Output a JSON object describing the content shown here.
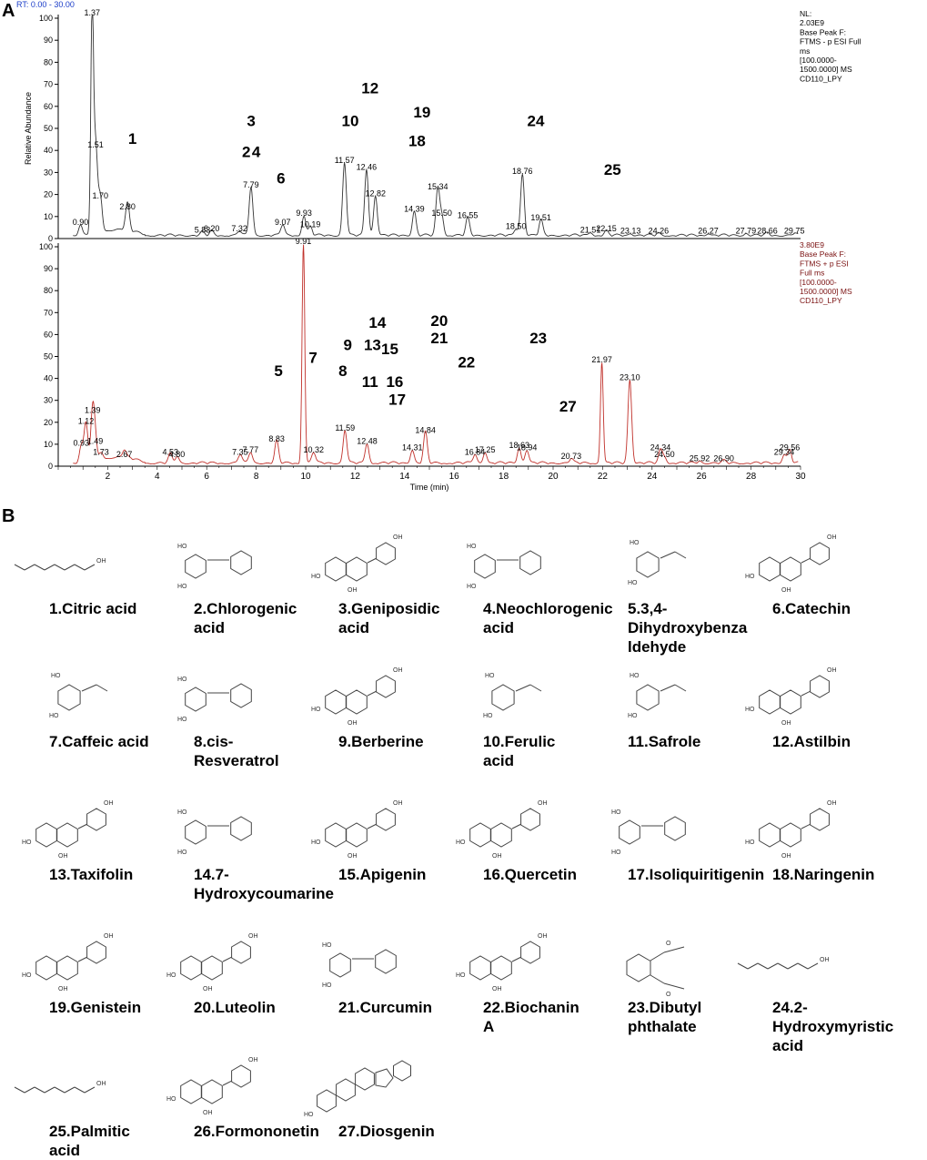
{
  "panels": {
    "a": "A",
    "b": "B"
  },
  "chart_data": [
    {
      "type": "line",
      "rt_range_label": "RT: 0.00 - 30.00",
      "ylabel": "Relative Abundance",
      "xlabel": "",
      "xlim": [
        0,
        30
      ],
      "ylim": [
        0,
        100
      ],
      "xticks": [],
      "yticks": [
        0,
        10,
        20,
        30,
        40,
        50,
        60,
        70,
        80,
        90,
        100
      ],
      "series_color": "#333333",
      "info": [
        "NL:",
        "2.03E9",
        "Base Peak F:",
        "FTMS - p ESI Full",
        "ms",
        "[100.0000-",
        "1500.0000] MS",
        "CD110_LPY"
      ],
      "baseline": 3,
      "peaks": [
        {
          "x": 0.9,
          "y": 5
        },
        {
          "x": 1.37,
          "y": 100
        },
        {
          "x": 1.51,
          "y": 40
        },
        {
          "x": 1.7,
          "y": 17
        },
        {
          "x": 2.8,
          "y": 12
        },
        {
          "x": 5.83,
          "y": 1.5
        },
        {
          "x": 6.2,
          "y": 2
        },
        {
          "x": 7.32,
          "y": 2
        },
        {
          "x": 7.79,
          "y": 22
        },
        {
          "x": 9.07,
          "y": 5
        },
        {
          "x": 9.93,
          "y": 9
        },
        {
          "x": 10.19,
          "y": 4
        },
        {
          "x": 11.57,
          "y": 33
        },
        {
          "x": 12.46,
          "y": 30
        },
        {
          "x": 12.82,
          "y": 18
        },
        {
          "x": 14.39,
          "y": 11
        },
        {
          "x": 15.34,
          "y": 21
        },
        {
          "x": 15.5,
          "y": 9
        },
        {
          "x": 16.55,
          "y": 8
        },
        {
          "x": 18.5,
          "y": 3
        },
        {
          "x": 18.76,
          "y": 28
        },
        {
          "x": 19.51,
          "y": 7
        },
        {
          "x": 21.51,
          "y": 1.5
        },
        {
          "x": 22.15,
          "y": 2
        },
        {
          "x": 23.13,
          "y": 1
        },
        {
          "x": 24.26,
          "y": 1
        },
        {
          "x": 26.27,
          "y": 1
        },
        {
          "x": 27.79,
          "y": 1
        },
        {
          "x": 28.66,
          "y": 1
        },
        {
          "x": 29.75,
          "y": 1
        }
      ],
      "peak_labels": [
        {
          "x": 0.9,
          "y": 5,
          "text": "0.90"
        },
        {
          "x": 1.37,
          "y": 100,
          "text": "1.37"
        },
        {
          "x": 1.51,
          "y": 40,
          "text": "1.51"
        },
        {
          "x": 1.7,
          "y": 17,
          "text": "1.70"
        },
        {
          "x": 2.8,
          "y": 12,
          "text": "2.80"
        },
        {
          "x": 5.83,
          "y": 1.5,
          "text": "5.83"
        },
        {
          "x": 6.2,
          "y": 2,
          "text": "6.20"
        },
        {
          "x": 7.32,
          "y": 2,
          "text": "7.32"
        },
        {
          "x": 7.79,
          "y": 22,
          "text": "7.79"
        },
        {
          "x": 9.07,
          "y": 5,
          "text": "9.07"
        },
        {
          "x": 9.93,
          "y": 9,
          "text": "9.93"
        },
        {
          "x": 10.19,
          "y": 4,
          "text": "10.19"
        },
        {
          "x": 11.57,
          "y": 33,
          "text": "11.57"
        },
        {
          "x": 12.46,
          "y": 30,
          "text": "12.46"
        },
        {
          "x": 12.82,
          "y": 18,
          "text": "12.82"
        },
        {
          "x": 14.39,
          "y": 11,
          "text": "14.39"
        },
        {
          "x": 15.34,
          "y": 21,
          "text": "15.34"
        },
        {
          "x": 15.5,
          "y": 9,
          "text": "15.50"
        },
        {
          "x": 16.55,
          "y": 8,
          "text": "16.55"
        },
        {
          "x": 18.5,
          "y": 3,
          "text": "18.50"
        },
        {
          "x": 18.76,
          "y": 28,
          "text": "18.76"
        },
        {
          "x": 19.51,
          "y": 7,
          "text": "19.51"
        },
        {
          "x": 21.51,
          "y": 1.5,
          "text": "21.51"
        },
        {
          "x": 22.15,
          "y": 2,
          "text": "22.15"
        },
        {
          "x": 23.13,
          "y": 1,
          "text": "23.13"
        },
        {
          "x": 24.26,
          "y": 1,
          "text": "24.26"
        },
        {
          "x": 26.27,
          "y": 1,
          "text": "26.27"
        },
        {
          "x": 27.79,
          "y": 1,
          "text": "27.79"
        },
        {
          "x": 28.66,
          "y": 1,
          "text": "28.66"
        },
        {
          "x": 29.75,
          "y": 1,
          "text": "29.75"
        }
      ],
      "annotations": [
        {
          "x": 3.0,
          "y": 43,
          "text": "1"
        },
        {
          "x": 7.6,
          "y": 37,
          "text": "2"
        },
        {
          "x": 8.0,
          "y": 37,
          "text": "4"
        },
        {
          "x": 7.8,
          "y": 51,
          "text": "3"
        },
        {
          "x": 9.0,
          "y": 25,
          "text": "6"
        },
        {
          "x": 11.8,
          "y": 51,
          "text": "10"
        },
        {
          "x": 12.6,
          "y": 66,
          "text": "12"
        },
        {
          "x": 14.7,
          "y": 55,
          "text": "19"
        },
        {
          "x": 14.5,
          "y": 42,
          "text": "18"
        },
        {
          "x": 19.3,
          "y": 51,
          "text": "24"
        },
        {
          "x": 22.4,
          "y": 29,
          "text": "25"
        }
      ]
    },
    {
      "type": "line",
      "ylabel": "",
      "xlabel": "Time (min)",
      "xlim": [
        0,
        30
      ],
      "ylim": [
        0,
        100
      ],
      "xticks": [
        2,
        4,
        6,
        8,
        10,
        12,
        14,
        16,
        18,
        20,
        22,
        24,
        26,
        28,
        30
      ],
      "yticks": [
        0,
        10,
        20,
        30,
        40,
        50,
        60,
        70,
        80,
        90,
        100
      ],
      "series_color": "#c0302a",
      "info": [
        "3.80E9",
        "Base Peak F:",
        "FTMS + p ESI",
        "Full ms",
        "[100.0000-",
        "1500.0000] MS",
        "CD110_LPY"
      ],
      "baseline": 3,
      "peaks": [
        {
          "x": 0.93,
          "y": 8
        },
        {
          "x": 1.12,
          "y": 18
        },
        {
          "x": 1.39,
          "y": 23
        },
        {
          "x": 1.49,
          "y": 9
        },
        {
          "x": 1.73,
          "y": 4
        },
        {
          "x": 2.67,
          "y": 3
        },
        {
          "x": 4.53,
          "y": 4
        },
        {
          "x": 4.8,
          "y": 3
        },
        {
          "x": 7.35,
          "y": 4
        },
        {
          "x": 7.77,
          "y": 5
        },
        {
          "x": 8.83,
          "y": 10
        },
        {
          "x": 9.91,
          "y": 100
        },
        {
          "x": 10.32,
          "y": 5
        },
        {
          "x": 11.59,
          "y": 15
        },
        {
          "x": 12.48,
          "y": 9
        },
        {
          "x": 14.31,
          "y": 6
        },
        {
          "x": 14.84,
          "y": 14
        },
        {
          "x": 16.84,
          "y": 4
        },
        {
          "x": 17.25,
          "y": 5
        },
        {
          "x": 18.63,
          "y": 7
        },
        {
          "x": 18.94,
          "y": 6
        },
        {
          "x": 20.73,
          "y": 2
        },
        {
          "x": 21.97,
          "y": 46
        },
        {
          "x": 23.1,
          "y": 38
        },
        {
          "x": 24.34,
          "y": 6
        },
        {
          "x": 24.5,
          "y": 3
        },
        {
          "x": 25.92,
          "y": 1
        },
        {
          "x": 26.9,
          "y": 1
        },
        {
          "x": 29.34,
          "y": 4
        },
        {
          "x": 29.56,
          "y": 6
        }
      ],
      "peak_labels": [
        {
          "x": 0.93,
          "y": 8,
          "text": "0.93"
        },
        {
          "x": 1.12,
          "y": 18,
          "text": "1.12"
        },
        {
          "x": 1.39,
          "y": 23,
          "text": "1.39"
        },
        {
          "x": 1.49,
          "y": 9,
          "text": "1.49"
        },
        {
          "x": 1.73,
          "y": 4,
          "text": "1.73"
        },
        {
          "x": 2.67,
          "y": 3,
          "text": "2.67"
        },
        {
          "x": 4.53,
          "y": 4,
          "text": "4.53"
        },
        {
          "x": 4.8,
          "y": 3,
          "text": "4.80"
        },
        {
          "x": 7.35,
          "y": 4,
          "text": "7.35"
        },
        {
          "x": 7.77,
          "y": 5,
          "text": "7.77"
        },
        {
          "x": 8.83,
          "y": 10,
          "text": "8.83"
        },
        {
          "x": 9.91,
          "y": 100,
          "text": "9.91"
        },
        {
          "x": 10.32,
          "y": 5,
          "text": "10.32"
        },
        {
          "x": 11.59,
          "y": 15,
          "text": "11.59"
        },
        {
          "x": 12.48,
          "y": 9,
          "text": "12.48"
        },
        {
          "x": 14.31,
          "y": 6,
          "text": "14.31"
        },
        {
          "x": 14.84,
          "y": 14,
          "text": "14.84"
        },
        {
          "x": 16.84,
          "y": 4,
          "text": "16.84"
        },
        {
          "x": 17.25,
          "y": 5,
          "text": "17.25"
        },
        {
          "x": 18.63,
          "y": 7,
          "text": "18.63"
        },
        {
          "x": 18.94,
          "y": 6,
          "text": "18.94"
        },
        {
          "x": 20.73,
          "y": 2,
          "text": "20.73"
        },
        {
          "x": 21.97,
          "y": 46,
          "text": "21.97"
        },
        {
          "x": 23.1,
          "y": 38,
          "text": "23.10"
        },
        {
          "x": 24.34,
          "y": 6,
          "text": "24.34"
        },
        {
          "x": 24.5,
          "y": 3,
          "text": "24.50"
        },
        {
          "x": 25.92,
          "y": 1,
          "text": "25.92"
        },
        {
          "x": 26.9,
          "y": 1,
          "text": "26.90"
        },
        {
          "x": 29.34,
          "y": 4,
          "text": "29.34"
        },
        {
          "x": 29.56,
          "y": 6,
          "text": "29.56"
        }
      ],
      "annotations": [
        {
          "x": 8.9,
          "y": 41,
          "text": "5"
        },
        {
          "x": 10.3,
          "y": 47,
          "text": "7"
        },
        {
          "x": 11.5,
          "y": 41,
          "text": "8"
        },
        {
          "x": 11.7,
          "y": 53,
          "text": "9"
        },
        {
          "x": 12.6,
          "y": 36,
          "text": "11"
        },
        {
          "x": 12.7,
          "y": 53,
          "text": "13"
        },
        {
          "x": 13.4,
          "y": 51,
          "text": "15"
        },
        {
          "x": 12.9,
          "y": 63,
          "text": "14"
        },
        {
          "x": 13.6,
          "y": 36,
          "text": "16"
        },
        {
          "x": 13.7,
          "y": 28,
          "text": "17"
        },
        {
          "x": 15.4,
          "y": 64,
          "text": "20"
        },
        {
          "x": 15.4,
          "y": 56,
          "text": "21"
        },
        {
          "x": 16.5,
          "y": 45,
          "text": "22"
        },
        {
          "x": 19.4,
          "y": 56,
          "text": "23"
        },
        {
          "x": 20.6,
          "y": 25,
          "text": "27"
        }
      ]
    }
  ],
  "compounds": [
    {
      "lines": [
        "1.Citric acid"
      ],
      "icon": "citric-acid-structure"
    },
    {
      "lines": [
        "2.Chlorogenic",
        "acid"
      ],
      "icon": "chlorogenic-acid-structure"
    },
    {
      "lines": [
        "3.Geniposidic",
        "acid"
      ],
      "icon": "geniposidic-acid-structure"
    },
    {
      "lines": [
        "4.Neochlorogenic",
        "acid"
      ],
      "icon": "neochlorogenic-acid-structure"
    },
    {
      "lines": [
        "5.3,4-",
        "Dihydroxybenza",
        "ldehyde"
      ],
      "icon": "dihydroxybenzaldehyde-structure"
    },
    {
      "lines": [
        "6.Catechin"
      ],
      "icon": "catechin-structure"
    },
    {
      "lines": [
        "7.Caffeic acid"
      ],
      "icon": "caffeic-acid-structure"
    },
    {
      "lines": [
        "8.cis-",
        "Resveratrol"
      ],
      "icon": "resveratrol-structure"
    },
    {
      "lines": [
        "9.Berberine"
      ],
      "icon": "berberine-structure"
    },
    {
      "lines": [
        "10.Ferulic",
        "acid"
      ],
      "icon": "ferulic-acid-structure"
    },
    {
      "lines": [
        "11.Safrole"
      ],
      "icon": "safrole-structure"
    },
    {
      "lines": [
        "12.Astilbin"
      ],
      "icon": "astilbin-structure"
    },
    {
      "lines": [
        "13.Taxifolin"
      ],
      "icon": "taxifolin-structure"
    },
    {
      "lines": [
        "14.7-",
        "Hydroxycoumarine"
      ],
      "icon": "hydroxycoumarine-structure"
    },
    {
      "lines": [
        "15.Apigenin"
      ],
      "icon": "apigenin-structure"
    },
    {
      "lines": [
        "16.Quercetin"
      ],
      "icon": "quercetin-structure"
    },
    {
      "lines": [
        "17.Isoliquiritigenin"
      ],
      "icon": "isoliquiritigenin-structure"
    },
    {
      "lines": [
        "18.Naringenin"
      ],
      "icon": "naringenin-structure"
    },
    {
      "lines": [
        "19.Genistein"
      ],
      "icon": "genistein-structure"
    },
    {
      "lines": [
        "20.Luteolin"
      ],
      "icon": "luteolin-structure"
    },
    {
      "lines": [
        "21.Curcumin"
      ],
      "icon": "curcumin-structure"
    },
    {
      "lines": [
        "22.Biochanin",
        "A"
      ],
      "icon": "biochanin-a-structure"
    },
    {
      "lines": [
        "23.Dibutyl",
        "phthalate"
      ],
      "icon": "dibutyl-phthalate-structure"
    },
    {
      "lines": [
        "24.2-",
        "Hydroxymyristic",
        "acid"
      ],
      "icon": "hydroxymyristic-acid-structure"
    },
    {
      "lines": [
        "25.Palmitic",
        "acid"
      ],
      "icon": "palmitic-acid-structure"
    },
    {
      "lines": [
        "26.Formononetin"
      ],
      "icon": "formononetin-structure"
    },
    {
      "lines": [
        "27.Diosgenin"
      ],
      "icon": "diosgenin-structure"
    }
  ]
}
